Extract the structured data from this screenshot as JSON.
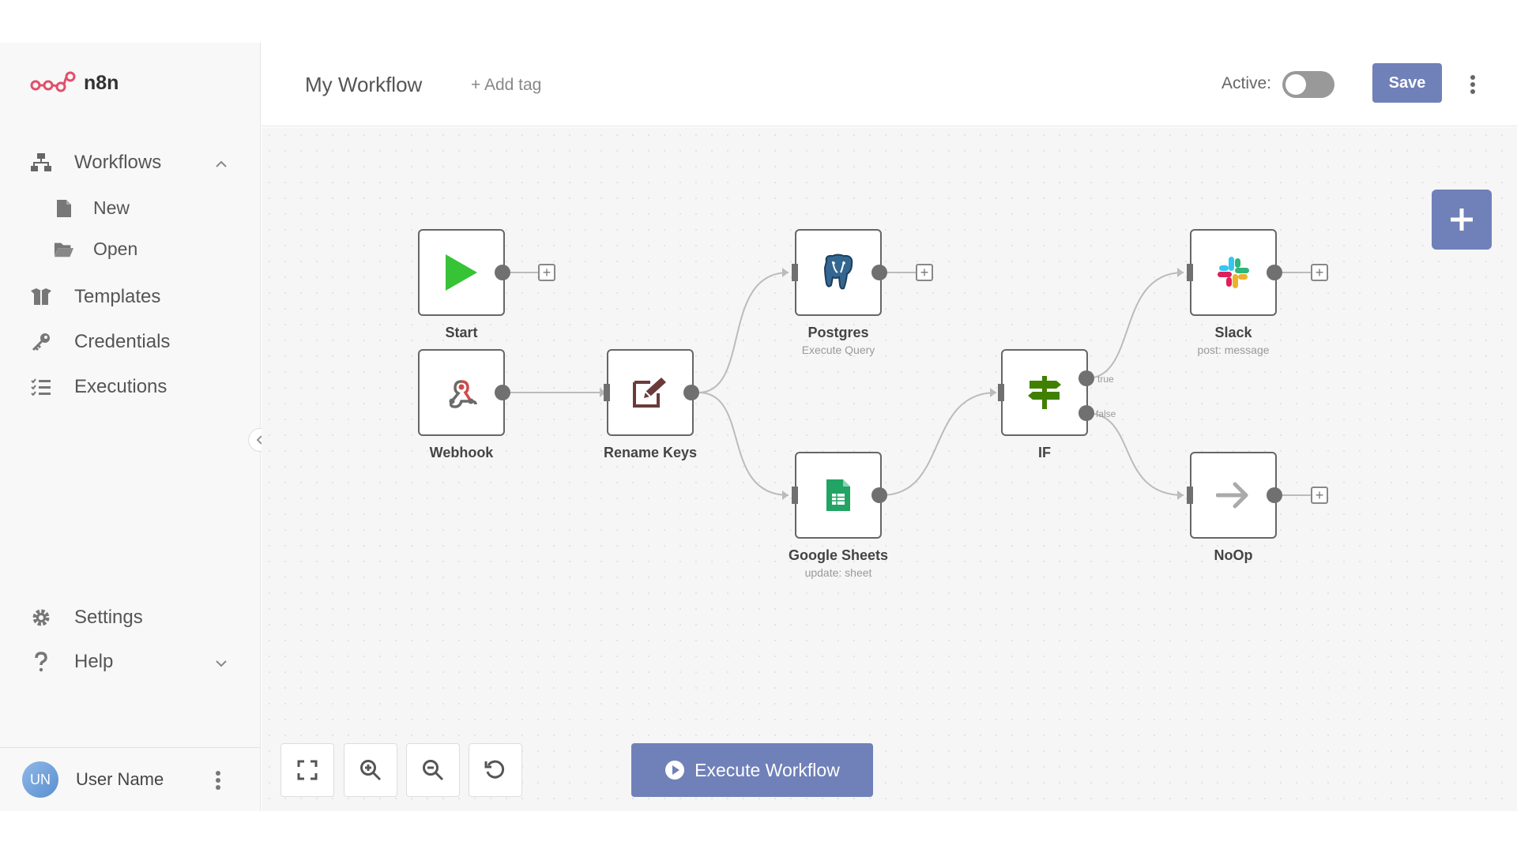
{
  "app": {
    "logo_text": "n8n"
  },
  "sidebar": {
    "workflows_label": "Workflows",
    "new_label": "New",
    "open_label": "Open",
    "templates_label": "Templates",
    "credentials_label": "Credentials",
    "executions_label": "Executions",
    "settings_label": "Settings",
    "help_label": "Help",
    "user": {
      "initials": "UN",
      "name": "User Name"
    }
  },
  "header": {
    "workflow_name": "My Workflow",
    "add_tag": "+ Add tag",
    "active_label": "Active:",
    "active": false,
    "save_label": "Save"
  },
  "nodes": {
    "start": {
      "label": "Start",
      "icon": "play-icon"
    },
    "webhook": {
      "label": "Webhook",
      "icon": "webhook-icon"
    },
    "rename_keys": {
      "label": "Rename Keys",
      "icon": "edit-icon"
    },
    "postgres": {
      "label": "Postgres",
      "subtitle": "Execute Query",
      "icon": "postgres-elephant-icon"
    },
    "google_sheets": {
      "label": "Google Sheets",
      "subtitle": "update: sheet",
      "icon": "google-sheets-icon"
    },
    "if": {
      "label": "IF",
      "icon": "signpost-icon",
      "true_label": "true",
      "false_label": "false"
    },
    "slack": {
      "label": "Slack",
      "subtitle": "post: message",
      "icon": "slack-icon"
    },
    "noop": {
      "label": "NoOp",
      "icon": "arrow-right-icon"
    }
  },
  "canvas": {
    "execute_label": "Execute Workflow"
  },
  "colors": {
    "accent": "#7080b8",
    "logo": "#e0506a",
    "start_green": "#36c336",
    "sheets_green": "#21a464",
    "rename_brown": "#6b3b3b",
    "if_green": "#408000"
  }
}
